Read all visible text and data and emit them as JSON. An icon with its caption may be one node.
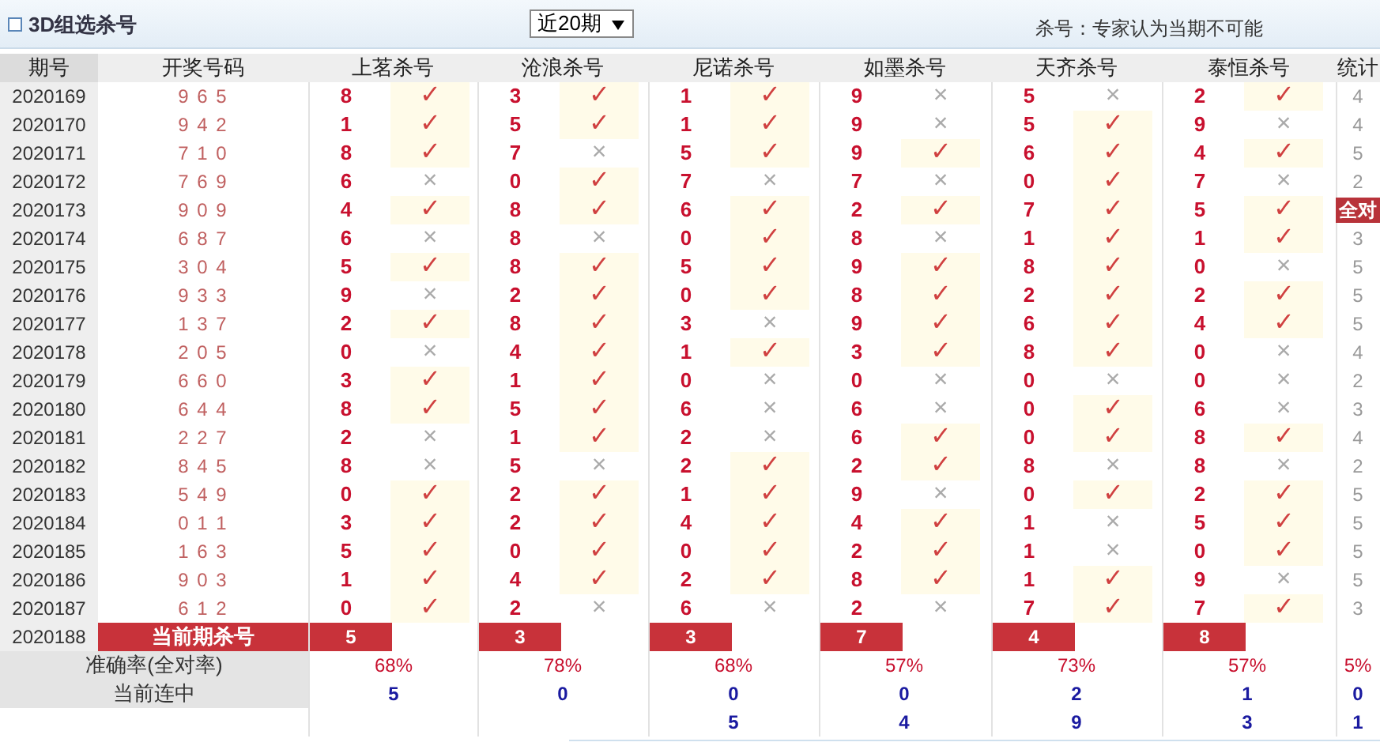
{
  "diagram": {
    "title": "3D组选杀号",
    "labels": [
      "近20期",
      "杀号：专家认为当期不可能",
      "期号",
      "开奖号码",
      "上茗杀号",
      "沧浪杀号",
      "尼诺杀号",
      "如墨杀号",
      "天齐杀号",
      "泰恒杀号",
      "统计",
      "2020169",
      "9 6 5",
      "8",
      "✓",
      "3",
      "✓",
      "1",
      "✓",
      "9",
      "×",
      "5",
      "×",
      "2",
      "✓",
      "4",
      "2020170",
      "9 4 2",
      "1",
      "✓",
      "5",
      "✓",
      "1",
      "✓",
      "9",
      "×",
      "5",
      "✓",
      "9",
      "×",
      "4",
      "2020171",
      "7 1 0",
      "8",
      "✓",
      "7",
      "×",
      "5",
      "✓",
      "9",
      "✓",
      "6",
      "✓",
      "4",
      "✓",
      "5",
      "2020172",
      "7 6 9",
      "6",
      "×",
      "0",
      "✓",
      "7",
      "×",
      "7",
      "×",
      "0",
      "✓",
      "7",
      "×",
      "2",
      "2020173",
      "9 0 9",
      "4",
      "✓",
      "8",
      "✓",
      "6",
      "✓",
      "2",
      "✓",
      "7",
      "✓",
      "5",
      "✓",
      "全对",
      "2020174",
      "6 8 7",
      "6",
      "×",
      "8",
      "×",
      "0",
      "✓",
      "8",
      "×",
      "1",
      "✓",
      "1",
      "✓",
      "3",
      "2020175",
      "3 0 4",
      "5",
      "✓",
      "8",
      "✓",
      "5",
      "✓",
      "9",
      "✓",
      "8",
      "✓",
      "0",
      "×",
      "5",
      "2020176",
      "9 3 3",
      "9",
      "×",
      "2",
      "✓",
      "0",
      "✓",
      "8",
      "✓",
      "2",
      "✓",
      "2",
      "✓",
      "5",
      "2020177",
      "1 3 7",
      "2",
      "✓",
      "8",
      "✓",
      "3",
      "×",
      "9",
      "✓",
      "6",
      "✓",
      "4",
      "✓",
      "5",
      "2020178",
      "2 0 5",
      "0",
      "×",
      "4",
      "✓",
      "1",
      "✓",
      "3",
      "✓",
      "8",
      "✓",
      "0",
      "×",
      "4",
      "2020179",
      "6 6 0",
      "3",
      "✓",
      "1",
      "✓",
      "0",
      "×",
      "0",
      "×",
      "0",
      "×",
      "0",
      "×",
      "2",
      "2020180",
      "6 4 4",
      "8",
      "✓",
      "5",
      "✓",
      "6",
      "×",
      "6",
      "×",
      "0",
      "✓",
      "6",
      "×",
      "3",
      "2020181",
      "2 2 7",
      "2",
      "×",
      "1",
      "✓",
      "2",
      "×",
      "6",
      "✓",
      "0",
      "✓",
      "8",
      "✓",
      "4",
      "2020182",
      "8 4 5",
      "8",
      "×",
      "5",
      "×",
      "2",
      "✓",
      "2",
      "✓",
      "8",
      "×",
      "8",
      "×",
      "2",
      "2020183",
      "5 4 9",
      "0",
      "✓",
      "2",
      "✓",
      "1",
      "✓",
      "9",
      "×",
      "0",
      "✓",
      "2",
      "✓",
      "5",
      "2020184",
      "0 1 1",
      "3",
      "✓",
      "2",
      "✓",
      "4",
      "✓",
      "4",
      "✓",
      "1",
      "×",
      "5",
      "✓",
      "5",
      "2020185",
      "1 6 3",
      "5",
      "✓",
      "0",
      "✓",
      "0",
      "✓",
      "2",
      "✓",
      "1",
      "×",
      "0",
      "✓",
      "5",
      "2020186",
      "9 0 3",
      "1",
      "✓",
      "4",
      "✓",
      "2",
      "✓",
      "8",
      "✓",
      "1",
      "✓",
      "9",
      "×",
      "5",
      "2020187",
      "6 1 2",
      "0",
      "✓",
      "2",
      "×",
      "6",
      "×",
      "2",
      "×",
      "7",
      "✓",
      "7",
      "✓",
      "3",
      "2020188",
      "当前期杀号",
      "5",
      "3",
      "3",
      "7",
      "4",
      "8",
      "准确率(全对率)",
      "68%",
      "78%",
      "68%",
      "57%",
      "73%",
      "57%",
      "5%",
      "当前连中",
      "5",
      "0",
      "0",
      "0",
      "2",
      "1",
      "0",
      "5",
      "4",
      "9",
      "3",
      "1"
    ]
  }
}
